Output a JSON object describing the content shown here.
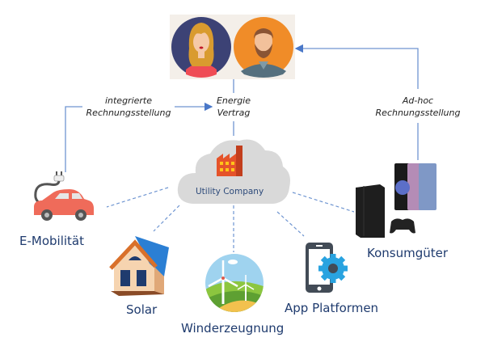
{
  "diagram": {
    "customers": {
      "label_icons": [
        "woman-avatar",
        "man-avatar"
      ]
    },
    "center": {
      "label": "Utility Company",
      "icon": "factory-icon"
    },
    "annotations": {
      "contract": [
        "Energie",
        "Vertrag"
      ],
      "integrated_billing": [
        "integrierte",
        "Rechnungsstellung"
      ],
      "adhoc_billing": [
        "Ad-hoc",
        "Rechnungsstellung"
      ]
    },
    "nodes": [
      {
        "label": "E-Mobilität",
        "icon": "electric-car-icon"
      },
      {
        "label": "Solar",
        "icon": "solar-house-icon"
      },
      {
        "label": "Winderzeugnung",
        "icon": "wind-turbines-icon"
      },
      {
        "label": "App Platformen",
        "icon": "phone-gear-icon"
      },
      {
        "label": "Konsumgüter",
        "icon": "console-phones-icon"
      }
    ],
    "colors": {
      "line": "#6f95d1",
      "dashed": "#6f95d1",
      "label_text": "#1f3b6e",
      "cloud": "#d9d9d9",
      "factory": "#e5532a",
      "avatar_woman_bg": "#3c4275",
      "avatar_man_bg": "#f08c28"
    }
  }
}
